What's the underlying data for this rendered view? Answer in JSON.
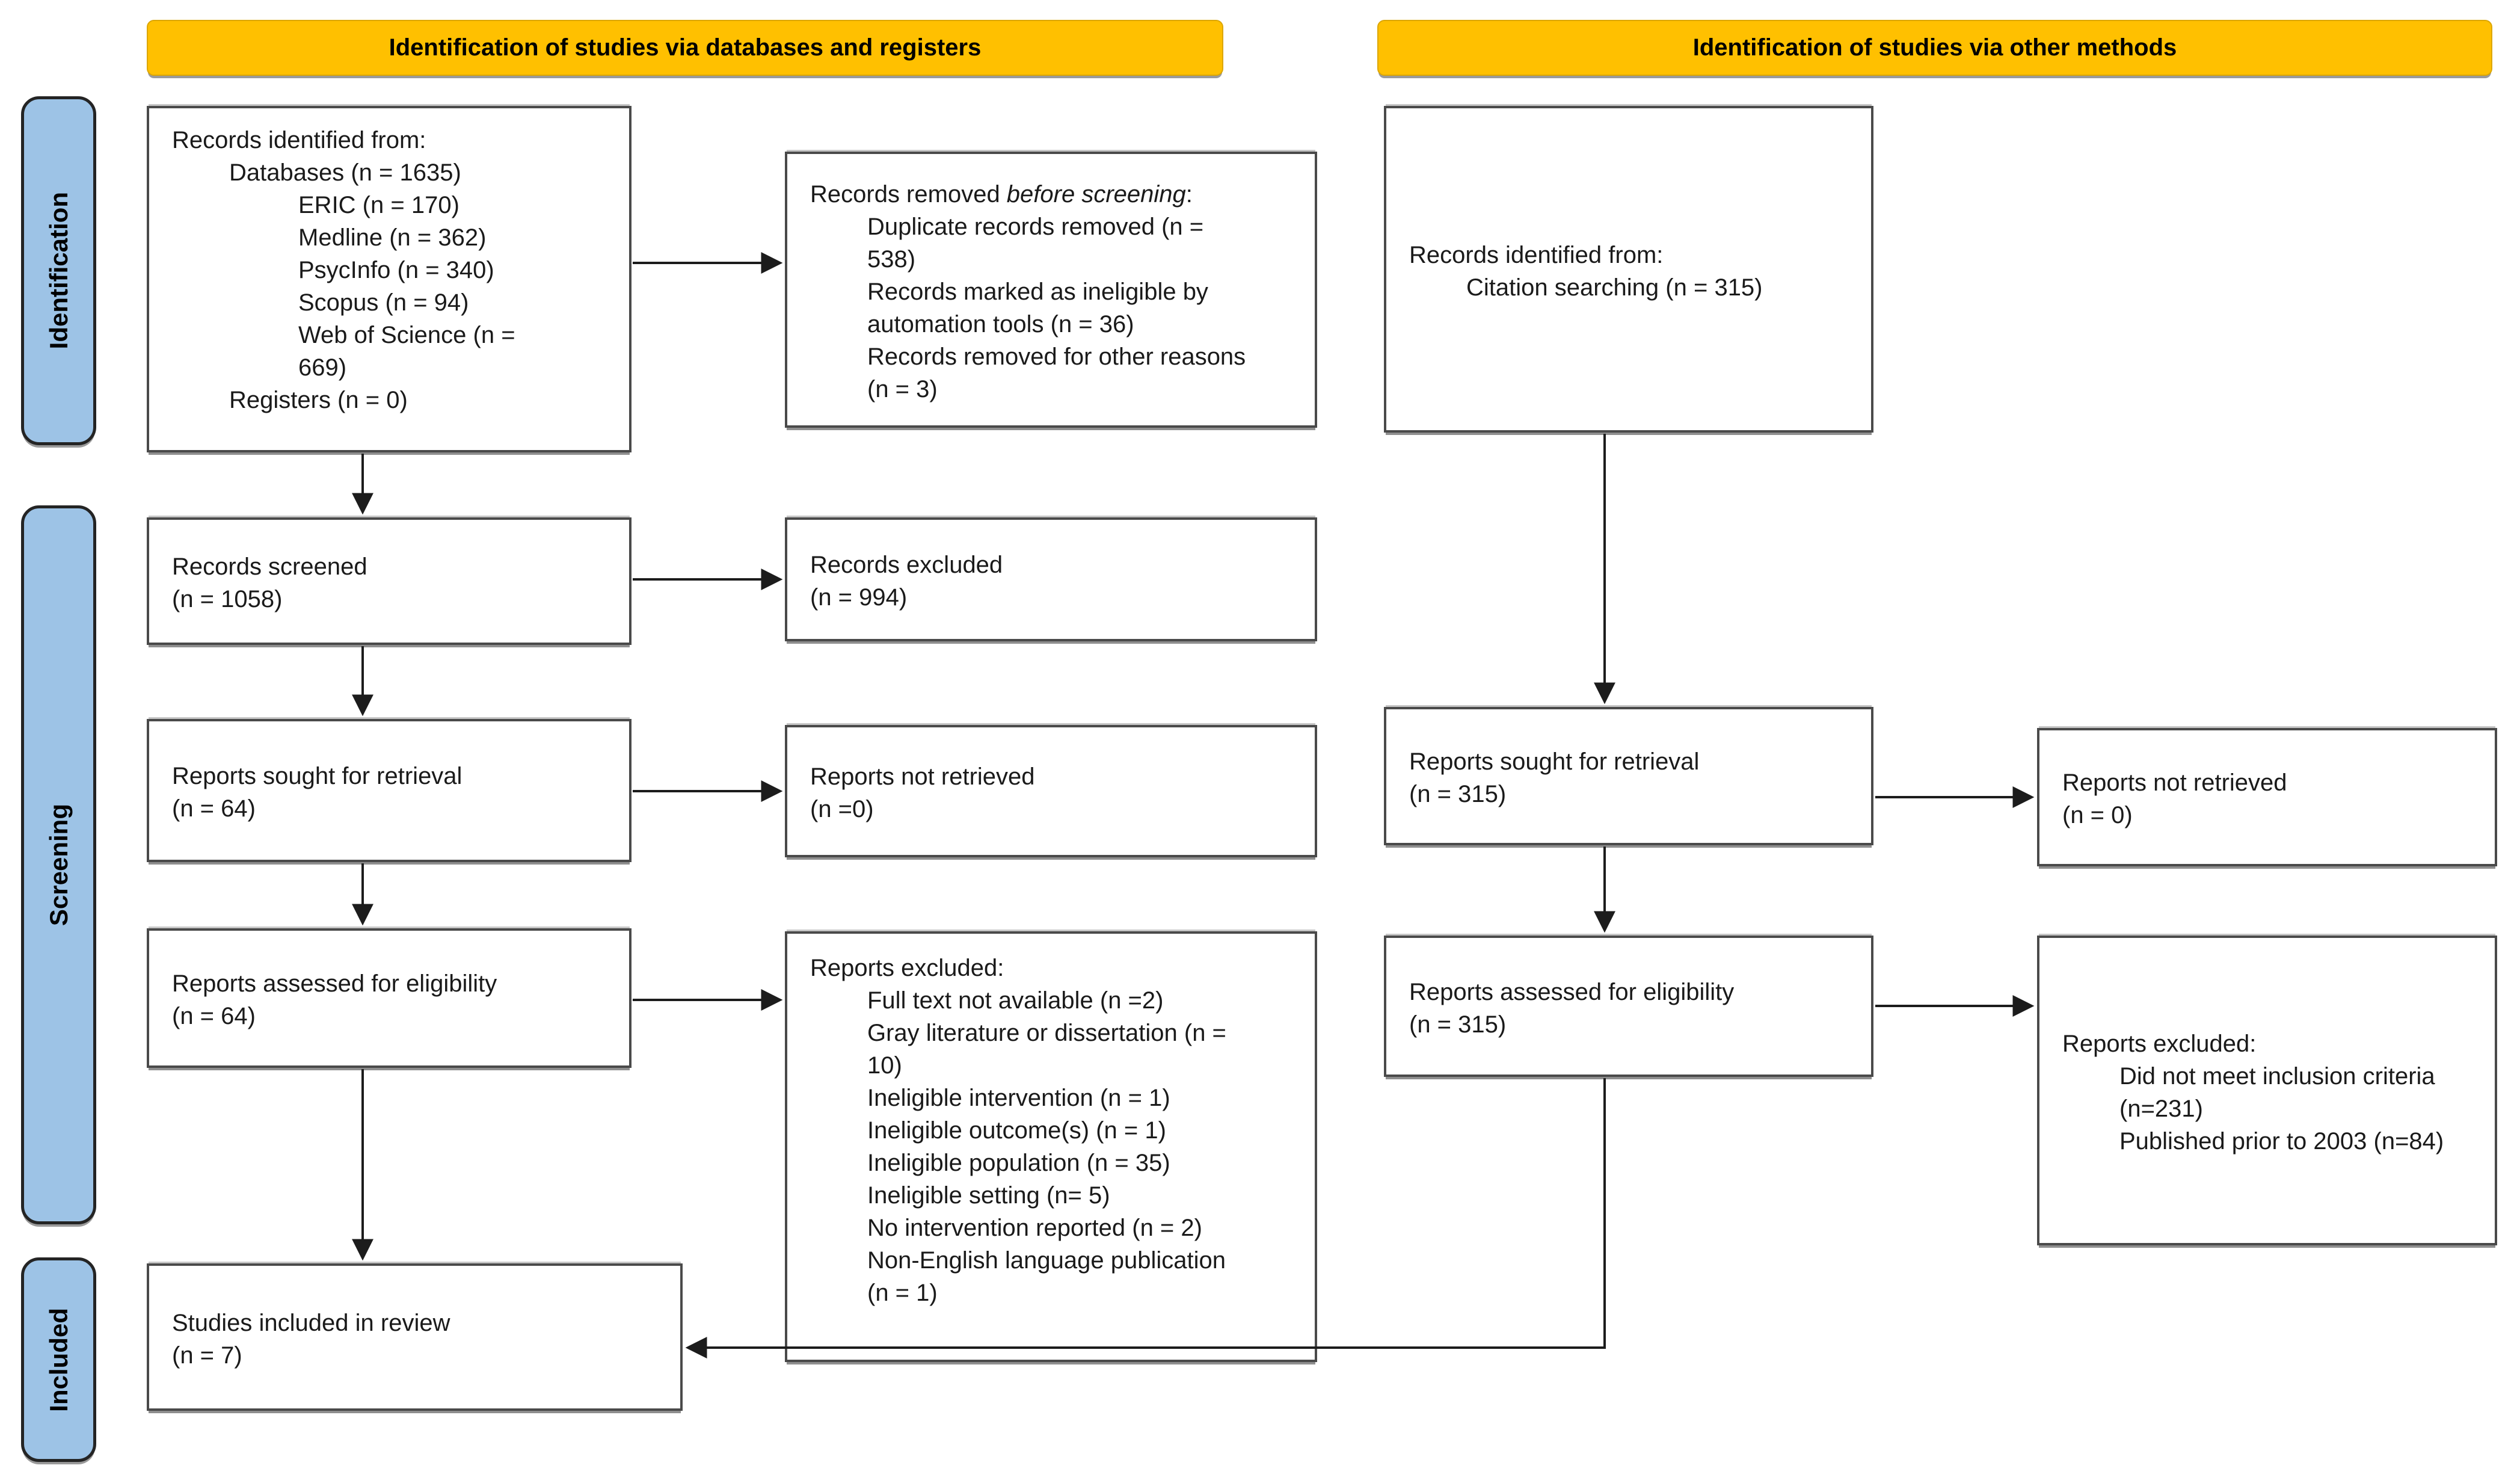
{
  "headers": {
    "databases": "Identification of studies via databases and registers",
    "other_methods": "Identification of studies via other methods"
  },
  "sidebar": {
    "identification": "Identification",
    "screening": "Screening",
    "included": "Included"
  },
  "colors": {
    "header_bg": "#FFC000",
    "sidebar_bg": "#9DC3E6",
    "box_border": "#4A4A4A",
    "arrow": "#1C1C1C"
  },
  "boxes": {
    "a1": {
      "title": "Records identified from:",
      "databases": "Databases (n = 1635)",
      "sub": [
        "ERIC (n = 170)",
        "Medline (n = 362)",
        "PsycInfo (n = 340)",
        "Scopus (n = 94)",
        "Web of Science (n = 669)"
      ],
      "registers": "Registers (n = 0)"
    },
    "b1": {
      "title_prefix": "Records removed ",
      "title_italic": "before screening",
      "title_suffix": ":",
      "items": [
        "Duplicate records removed (n = 538)",
        "Records marked as ineligible by automation tools (n = 36)",
        "Records removed for other reasons (n = 3)"
      ]
    },
    "c1": {
      "line1": "Records identified from:",
      "line2": "Citation searching (n = 315)"
    },
    "a2": {
      "line1": "Records screened",
      "line2": "(n = 1058)"
    },
    "b2": {
      "line1": "Records excluded",
      "line2": "(n = 994)"
    },
    "a3": {
      "line1": "Reports sought for retrieval",
      "line2": "(n = 64)"
    },
    "b3": {
      "line1": "Reports not retrieved",
      "line2": "(n =0)"
    },
    "c3": {
      "line1": "Reports sought for retrieval",
      "line2": "(n = 315)"
    },
    "d3": {
      "line1": "Reports not retrieved",
      "line2": "(n = 0)"
    },
    "a4": {
      "line1": "Reports assessed for eligibility",
      "line2": "(n = 64)"
    },
    "b4": {
      "title": "Reports excluded:",
      "items": [
        "Full text not available (n =2)",
        "Gray literature or dissertation (n = 10)",
        "Ineligible intervention (n = 1)",
        "Ineligible outcome(s) (n = 1)",
        "Ineligible population (n = 35)",
        "Ineligible setting (n= 5)",
        "No intervention reported (n = 2)",
        "Non-English language publication (n = 1)"
      ]
    },
    "c4": {
      "line1": "Reports assessed for eligibility",
      "line2": "(n = 315)"
    },
    "d4": {
      "title": "Reports excluded:",
      "items": [
        "Did not meet inclusion criteria (n=231)",
        "Published prior to 2003 (n=84)"
      ]
    },
    "a5": {
      "line1": "Studies included in review",
      "line2": "(n = 7)"
    }
  }
}
